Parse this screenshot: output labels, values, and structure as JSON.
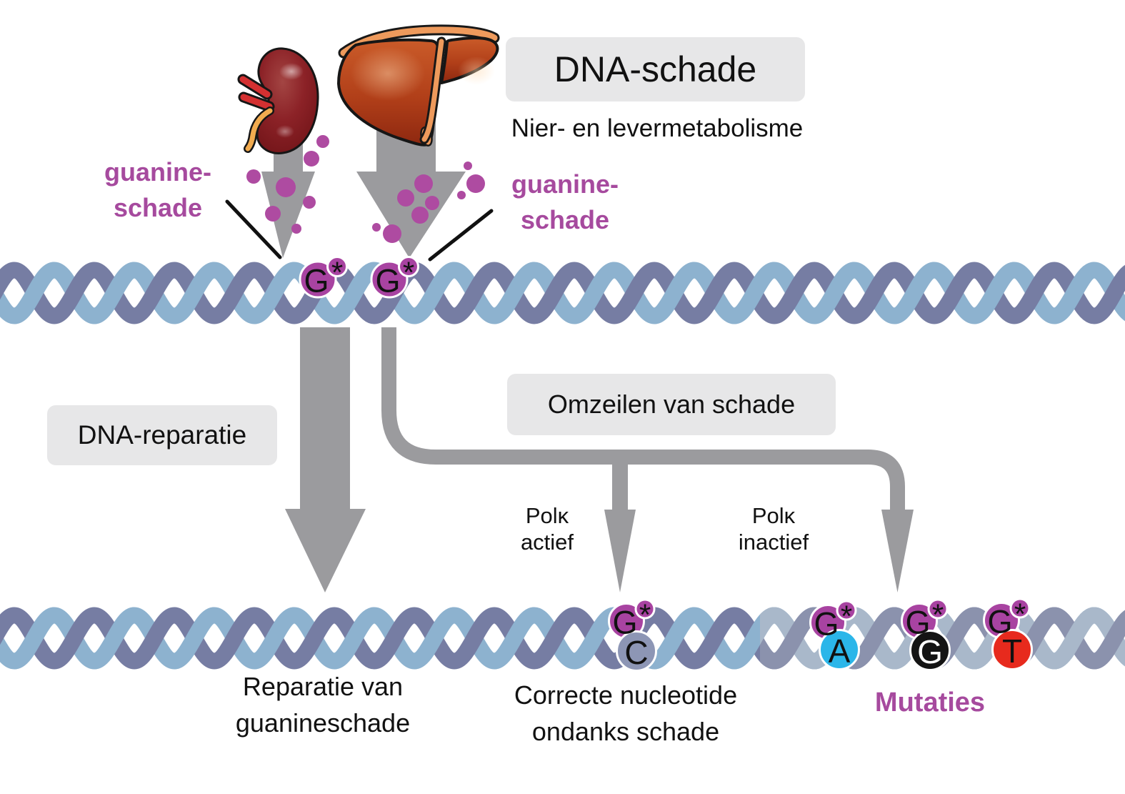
{
  "header": {
    "title": "DNA-schade",
    "subtitle": "Nier- en levermetabolisme"
  },
  "damage_labels": {
    "left": "guanine-\nschade",
    "right": "guanine-\nschade"
  },
  "pathways": {
    "repair": "DNA-reparatie",
    "bypass": "Omzeilen van schade",
    "polk_active": "Polκ\nactief",
    "polk_inactive": "Polκ\ninactief"
  },
  "outcomes": {
    "repair": "Reparatie van\nguanineschade",
    "correct": "Correcte nucleotide\nondanks schade",
    "mutations": "Mutaties"
  },
  "dna": {
    "damaged_top": [
      {
        "base": "G",
        "mark": "*"
      },
      {
        "base": "G",
        "mark": "*"
      }
    ],
    "pairs_bottom": [
      {
        "damaged": "G",
        "mark": "*",
        "partner": "C",
        "partner_color": "#8d96b5",
        "partner_text_color": "#111111"
      },
      {
        "damaged": "G",
        "mark": "*",
        "partner": "A",
        "partner_color": "#2bb6e9",
        "partner_text_color": "#111111"
      },
      {
        "damaged": "G",
        "mark": "*",
        "partner": "G",
        "partner_color": "#141414",
        "partner_text_color": "#ffffff"
      },
      {
        "damaged": "G",
        "mark": "*",
        "partner": "T",
        "partner_color": "#e72a1d",
        "partner_text_color": "#111111"
      }
    ]
  },
  "colors": {
    "accent_purple_text": "#a64a9e",
    "circle_purple": "#a843a1",
    "dot_magenta": "#ae4ba1",
    "arrow_gray": "#9b9b9e",
    "box_gray": "#e7e7e8",
    "helix_light": "#8db2cf",
    "helix_dark": "#767da3",
    "helix_light_muted": "#a9b8ca",
    "helix_dark_muted": "#8b92ad",
    "adenine_cyan": "#2bb6e9",
    "guanine_black": "#141414",
    "thymine_red": "#e72a1d",
    "cytosine_slate": "#8d96b5"
  }
}
